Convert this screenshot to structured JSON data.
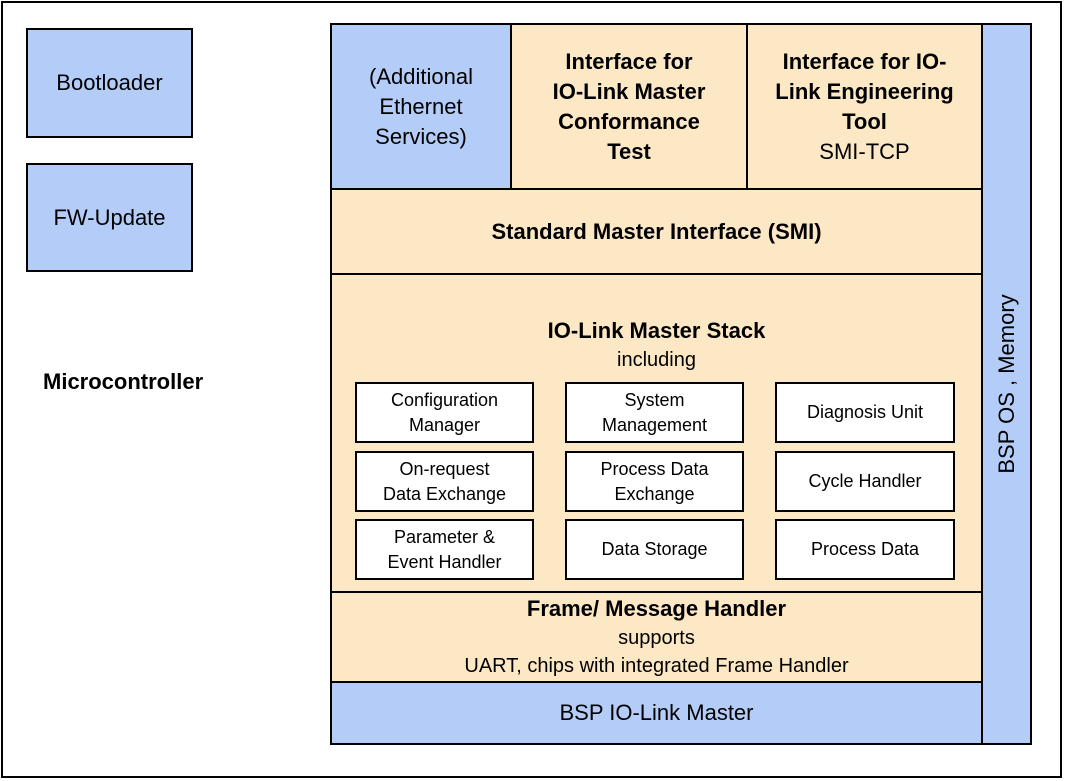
{
  "left_column": {
    "bootloader": "Bootloader",
    "fw_update": "FW-Update",
    "microcontroller": "Microcontroller"
  },
  "top_row": {
    "ethernet_services": [
      "(Additional",
      "Ethernet",
      "Services)"
    ],
    "conformance_test": [
      "Interface for",
      "IO-Link Master",
      "Conformance",
      "Test"
    ],
    "engineering_tool": {
      "title": [
        "Interface for IO-",
        "Link Engineering",
        "Tool"
      ],
      "subtitle": "SMI-TCP"
    }
  },
  "smi": "Standard Master Interface (SMI)",
  "stack": {
    "title": "IO-Link Master Stack",
    "subtitle": "including",
    "modules": [
      [
        "Configuration",
        "Manager"
      ],
      [
        "System",
        "Management"
      ],
      [
        "Diagnosis Unit"
      ],
      [
        "On-request",
        "Data Exchange"
      ],
      [
        "Process Data",
        "Exchange"
      ],
      [
        "Cycle Handler"
      ],
      [
        "Parameter &",
        "Event Handler"
      ],
      [
        "Data Storage"
      ],
      [
        "Process Data"
      ]
    ]
  },
  "frame_handler": {
    "title": "Frame/ Message Handler",
    "line1": "supports",
    "line2": "UART, chips with integrated Frame Handler"
  },
  "bsp_io_link": "BSP IO-Link Master",
  "bsp_os": "BSP OS , Memory",
  "colors": {
    "blue": "#b4cdf8",
    "tan": "#fde8c6"
  }
}
